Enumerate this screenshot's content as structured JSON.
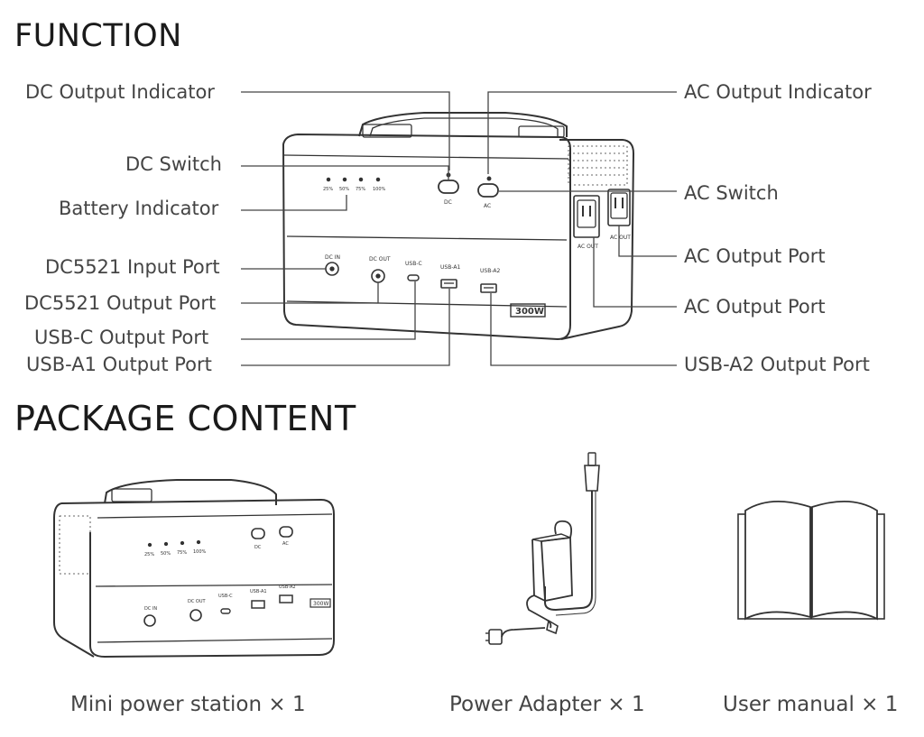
{
  "titles": {
    "function": "FUNCTION",
    "package": "PACKAGE CONTENT"
  },
  "labels": {
    "dc_output_indicator": "DC Output Indicator",
    "dc_switch": "DC Switch",
    "battery_indicator": "Battery Indicator",
    "dc5521_input": "DC5521 Input Port",
    "dc5521_output": "DC5521 Output Port",
    "usbc_output": "USB-C Output Port",
    "usba1_output": "USB-A1 Output Port",
    "ac_output_indicator": "AC Output Indicator",
    "ac_switch": "AC Switch",
    "ac_output_port_1": "AC Output Port",
    "ac_output_port_2": "AC Output Port",
    "usba2_output": "USB-A2 Output Port"
  },
  "device": {
    "battery_levels": [
      "25%",
      "50%",
      "75%",
      "100%"
    ],
    "dc": "DC",
    "ac": "AC",
    "dc_in": "DC IN",
    "dc_out": "DC OUT",
    "usb_c": "USB-C",
    "usb_a1": "USB-A1",
    "usb_a2": "USB-A2",
    "ac_out": "AC OUT",
    "power": "300W"
  },
  "package": {
    "power_station": "Mini power station × 1",
    "adapter": "Power Adapter × 1",
    "manual": "User manual × 1"
  }
}
